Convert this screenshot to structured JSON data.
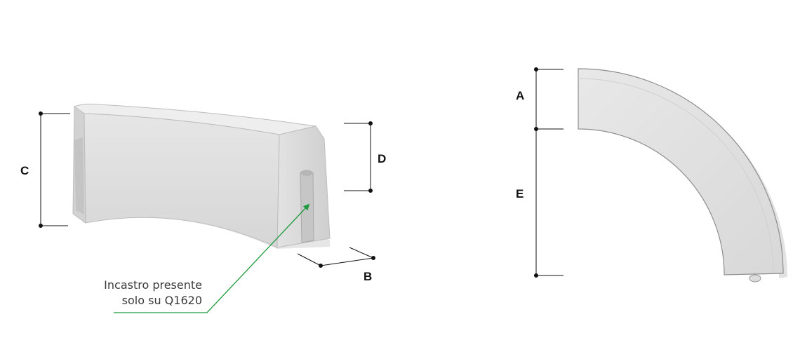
{
  "dimensions": {
    "a": "A",
    "b": "B",
    "c": "C",
    "d": "D",
    "e": "E"
  },
  "note": {
    "line1": "Incastro presente",
    "line2": "solo su Q1620"
  },
  "colors": {
    "concrete_front": "#e3e3e3",
    "concrete_top": "#eeeeee",
    "concrete_side": "#d9d9d9",
    "concrete_shadow": "#c8c8c8",
    "dimension_line": "#111111",
    "callout_arrow": "#1e9a3c"
  }
}
